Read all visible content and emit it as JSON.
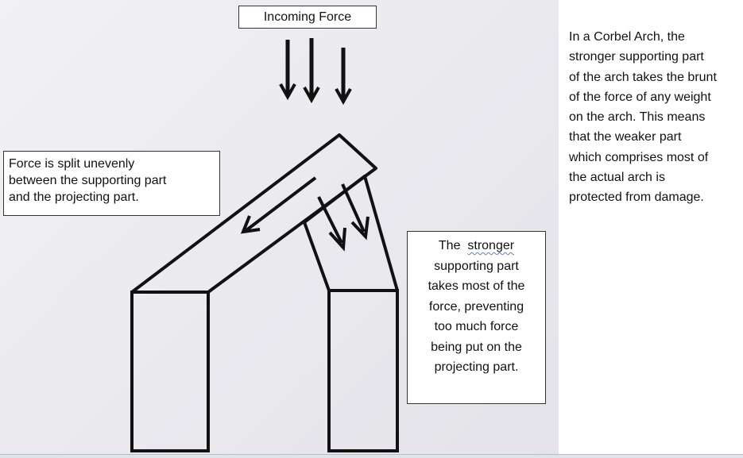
{
  "labels": {
    "incoming_force": "Incoming Force",
    "split_line1": "Force is split unevenly",
    "split_line2": "between the supporting part",
    "split_line3": "and the projecting part.",
    "stronger_the": "The",
    "stronger_word": "stronger",
    "stronger_line2": "supporting part",
    "stronger_line3": "takes most of the",
    "stronger_line4": "force, preventing",
    "stronger_line5": "too much force",
    "stronger_line6": "being put on the",
    "stronger_line7": "projecting part."
  },
  "side_note": {
    "lines": [
      "In a Corbel Arch, the",
      "stronger supporting part",
      "of the arch takes the brunt",
      "of the force of any weight",
      "on the arch. This means",
      "that the weaker part",
      "which comprises most of",
      "the actual arch is",
      "protected from damage."
    ]
  },
  "colors": {
    "ink": "#111111",
    "paper": "#ececf1",
    "spellcheck_underline": "#5a7fd0"
  }
}
